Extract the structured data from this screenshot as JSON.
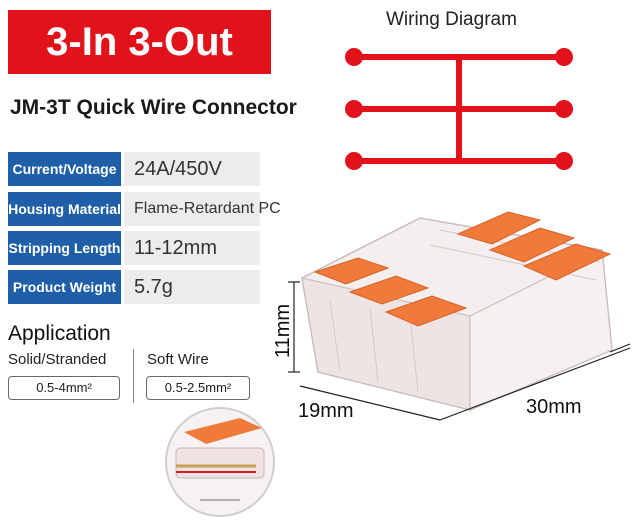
{
  "banner": {
    "text": "3-In 3-Out",
    "bg_color": "#e1121a"
  },
  "product_name": "JM-3T Quick Wire Connector",
  "specs": [
    {
      "label": "Current/Voltage",
      "value": "24A/450V"
    },
    {
      "label": "Housing Material",
      "value": "Flame-Retardant PC"
    },
    {
      "label": "Stripping Length",
      "value": "11-12mm"
    },
    {
      "label": "Product Weight",
      "value": "5.7g"
    }
  ],
  "application": {
    "title": "Application",
    "solid": {
      "label": "Solid/Stranded",
      "range": "0.5-4mm²"
    },
    "soft": {
      "label": "Soft Wire",
      "range": "0.5-2.5mm²"
    }
  },
  "wiring_diagram": {
    "title": "Wiring Diagram",
    "color": "#e1121a"
  },
  "dimensions": {
    "height": "11mm",
    "depth": "19mm",
    "width": "30mm"
  },
  "colors": {
    "spec_label_bg": "#1f5fa8",
    "spec_value_bg": "#ececec",
    "lever": "#f07a3a"
  }
}
